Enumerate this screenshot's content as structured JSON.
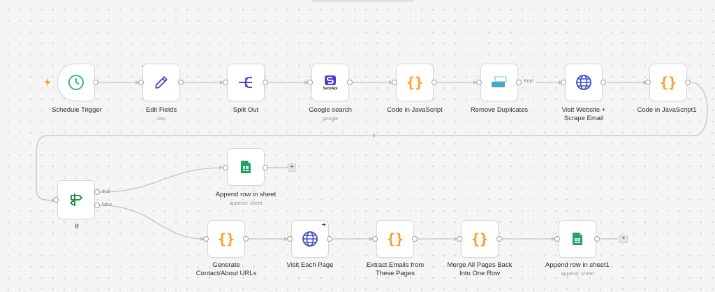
{
  "nodes": {
    "schedule": {
      "label": "Schedule Trigger",
      "icon": "clock-icon"
    },
    "edit": {
      "label": "Edit Fields",
      "sub": "raw",
      "icon": "pencil-icon"
    },
    "split": {
      "label": "Split Out",
      "icon": "split-icon"
    },
    "google": {
      "label": "Google search",
      "sub": "google",
      "icon": "serpapi-logo",
      "logo_text": "SerpApi"
    },
    "code1": {
      "label": "Code in JavaScript",
      "icon": "braces-icon"
    },
    "remove": {
      "label": "Remove Duplicates",
      "icon": "remove-duplicates-icon"
    },
    "visit": {
      "label": "Visit Website + Scrape Email",
      "icon": "globe-icon"
    },
    "code2": {
      "label": "Code in JavaScript1",
      "icon": "braces-icon"
    },
    "if": {
      "label": "If",
      "icon": "signpost-icon"
    },
    "append1": {
      "label": "Append row in sheet",
      "sub": "append: sheet",
      "icon": "sheets-icon"
    },
    "generate": {
      "label": "Generate Contact/About URLs",
      "icon": "braces-icon"
    },
    "visiteach": {
      "label": "Visit Each Page",
      "icon": "globe-icon"
    },
    "extract": {
      "label": "Extract Emails from These Pages",
      "icon": "braces-icon"
    },
    "merge": {
      "label": "Merge All Pages Back Into One Row",
      "icon": "braces-icon"
    },
    "append2": {
      "label": "Append row in sheet1",
      "sub": "append: sheet",
      "icon": "sheets-icon"
    }
  },
  "edge_labels": {
    "kept": "Kept",
    "true": "true",
    "false": "false"
  },
  "add_button": "+",
  "colors": {
    "accent_orange": "#ff9922",
    "green_clock": "#35b98a",
    "purple": "#5545cf",
    "blue_globe": "#3f51c6",
    "sheets_green": "#1fa463",
    "teal": "#45a9c0"
  }
}
